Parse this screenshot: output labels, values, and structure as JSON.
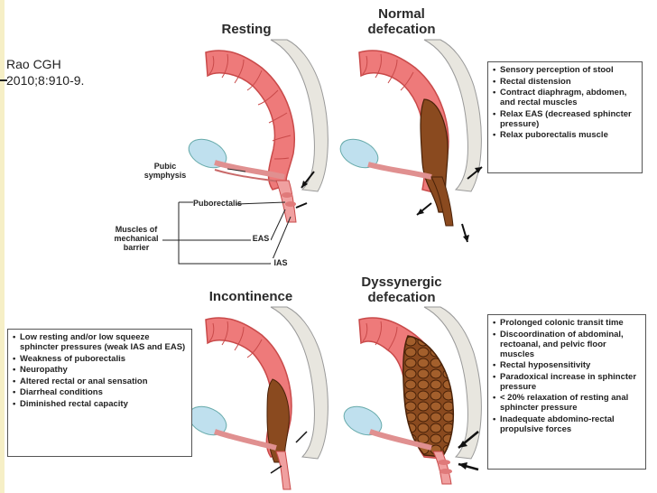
{
  "citation": "Rao CGH 2010;8:910-9.",
  "panels": {
    "resting": {
      "title": "Resting"
    },
    "normal": {
      "title_line1": "Normal",
      "title_line2": "defecation"
    },
    "incontinence": {
      "title": "Incontinence"
    },
    "dyssynergic": {
      "title_line1": "Dyssynergic",
      "title_line2": "defecation"
    }
  },
  "labels": {
    "pubic_line1": "Pubic",
    "pubic_line2": "symphysis",
    "puborectalis": "Puborectalis",
    "muscles_line1": "Muscles of",
    "muscles_line2": "mechanical",
    "muscles_line3": "barrier",
    "eas": "EAS",
    "ias": "IAS"
  },
  "normal_list": [
    "Sensory perception of stool",
    "Rectal distension",
    "Contract diaphragm, abdomen, and rectal muscles",
    "Relax EAS (decreased sphincter pressure)",
    "Relax puborectalis muscle"
  ],
  "incontinence_list": [
    "Low resting and/or low squeeze sphincter pressures (weak IAS and EAS)",
    "Weakness of puborectalis",
    "Neuropathy",
    "Altered rectal or anal sensation",
    "Diarrheal conditions",
    "Diminished rectal capacity"
  ],
  "dyssynergic_list": [
    "Prolonged colonic transit time",
    "Discoordination of abdominal, rectoanal, and pelvic floor muscles",
    "Rectal hyposensitivity",
    "Paradoxical increase in sphincter pressure",
    "< 20% relaxation of resting anal sphincter pressure",
    "Inadequate abdomino-rectal propulsive forces"
  ],
  "colors": {
    "colon": "#ee7a7a",
    "colon_dark": "#c94a4a",
    "bone": "#e8e6df",
    "bladder": "#bfe0ee",
    "stool": "#8a4a1f"
  }
}
